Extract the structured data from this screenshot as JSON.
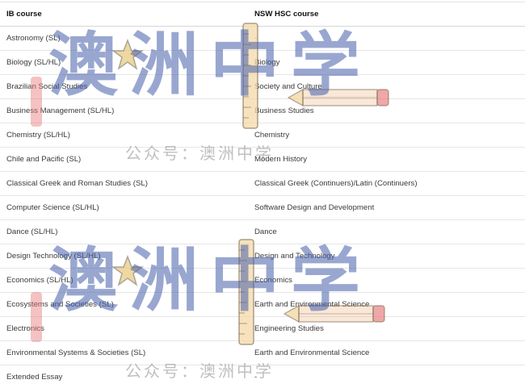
{
  "table": {
    "headers": [
      "IB course",
      "NSW HSC course"
    ],
    "rows": [
      [
        "Astronomy (SL)",
        "-"
      ],
      [
        "Biology (SL/HL)",
        "Biology"
      ],
      [
        "Brazilian Social Studies",
        "Society and Culture"
      ],
      [
        "Business Management (SL/HL)",
        "Business Studies"
      ],
      [
        "Chemistry (SL/HL)",
        "Chemistry"
      ],
      [
        "Chile and Pacific (SL)",
        "Modern History"
      ],
      [
        "Classical Greek and Roman Studies (SL)",
        "Classical Greek (Continuers)/Latin (Continuers)"
      ],
      [
        "Computer Science (SL/HL)",
        "Software Design and Development"
      ],
      [
        "Dance (SL/HL)",
        "Dance"
      ],
      [
        "Design Technology (SL/HL)",
        "Design and Technology"
      ],
      [
        "Economics (SL/HL)",
        "Economics"
      ],
      [
        "Ecosystems and Societies (SL)",
        "Earth and Environmental Science"
      ],
      [
        "Electronics",
        "Engineering Studies"
      ],
      [
        "Environmental Systems & Societies (SL)",
        "Earth and Environmental Science"
      ],
      [
        "Extended Essay",
        "-"
      ]
    ]
  },
  "watermark": {
    "large": "澳洲中学",
    "small": "公众号：澳洲中学"
  },
  "colors": {
    "watermark_blue": "#465faa",
    "pencil_orange": "#e8a060",
    "ruler_beige": "#f3d9a8"
  }
}
